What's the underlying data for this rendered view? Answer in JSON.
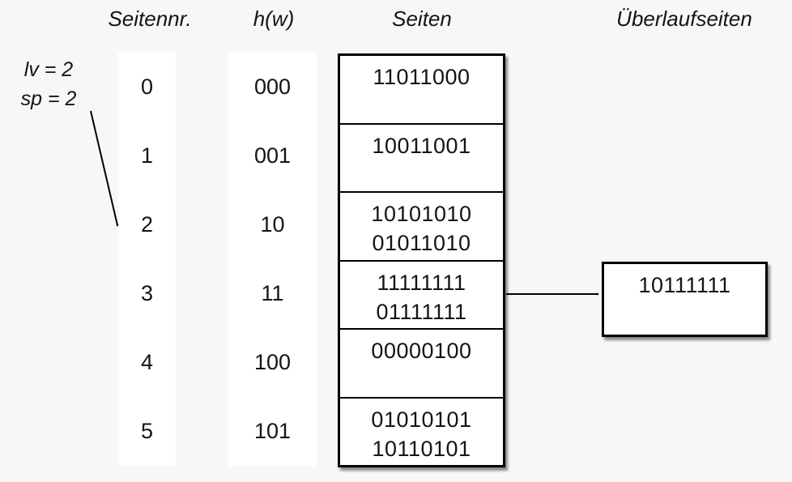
{
  "headers": {
    "seitennr": "Seitennr.",
    "hw": "h(w)",
    "seiten": "Seiten",
    "ueberlauf": "Überlaufseiten"
  },
  "annotation": {
    "line1": "lv = 2",
    "line2": "sp = 2",
    "points_to_row": "2"
  },
  "rows": [
    {
      "nr": "0",
      "hash": "000",
      "entries": [
        "11011000"
      ]
    },
    {
      "nr": "1",
      "hash": "001",
      "entries": [
        "10011001"
      ]
    },
    {
      "nr": "2",
      "hash": "10",
      "entries": [
        "10101010",
        "01011010"
      ]
    },
    {
      "nr": "3",
      "hash": "11",
      "entries": [
        "11111111",
        "01111111"
      ]
    },
    {
      "nr": "4",
      "hash": "100",
      "entries": [
        "00000100"
      ]
    },
    {
      "nr": "5",
      "hash": "101",
      "entries": [
        "01010101",
        "10110101"
      ]
    }
  ],
  "overflow": {
    "attached_to_row": "3",
    "entries": [
      "10111111"
    ]
  },
  "colors": {
    "background": "#f7f7f5",
    "box_fill": "#ffffff",
    "line": "#000000"
  }
}
